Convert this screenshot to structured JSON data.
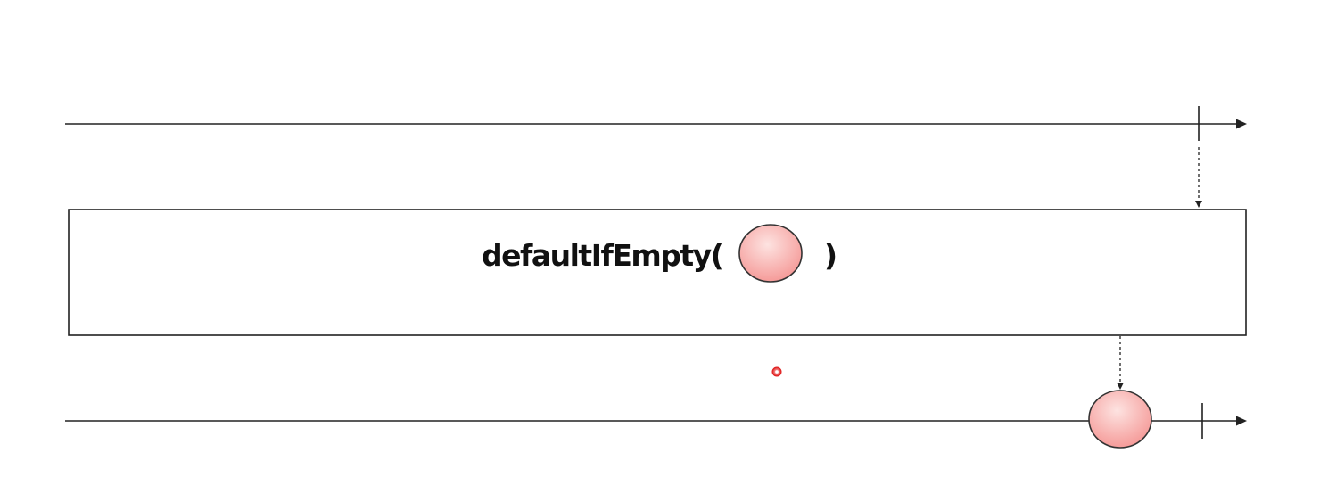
{
  "diagram": {
    "kind": "marble-diagram",
    "operator": {
      "name": "defaultIfEmpty(",
      "closing": ")"
    },
    "marble_color": "#f7a3a3",
    "marble_stroke": "#333333",
    "line_color": "#222222",
    "cursor_color": "#e02020",
    "source_timeline": {
      "emissions": 0,
      "completes": true
    },
    "result_timeline": {
      "emissions": 1,
      "completes": true
    }
  }
}
